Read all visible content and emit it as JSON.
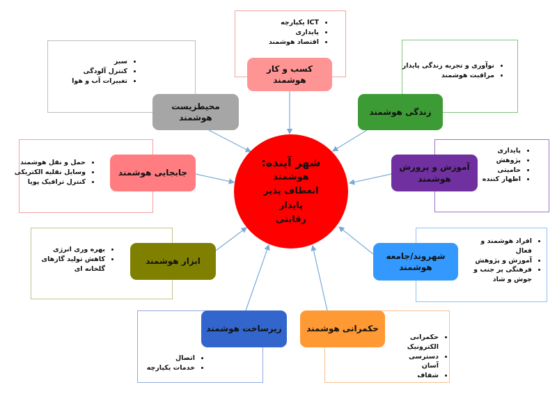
{
  "center": {
    "title": "شهر آینده:",
    "lines": [
      "هوشمند",
      "انعطاف پذیر",
      "پایدار",
      "رقابتی"
    ]
  },
  "colors": {
    "connector": "#7aa9d8",
    "hub": "#ff0000"
  },
  "nodes": [
    {
      "id": "business",
      "label": "کسب و کار هوشمند",
      "items": [
        "ICT یکپارچه",
        "پایداری",
        "اقتصاد هوشمند"
      ],
      "fill": "#ff9494",
      "border": "#f3a3a3"
    },
    {
      "id": "environment",
      "label": "محیطزیست هوشمند",
      "items": [
        "سبز",
        "کنترل آلودگی",
        "تغییرات آب و هوا"
      ],
      "fill": "#a6a6a6",
      "border": "#bdbdbd"
    },
    {
      "id": "life",
      "label": "زندگی هوشمند",
      "items": [
        "نوآوری و تجربه زندگی پایدار",
        "مراقبت هوشمند"
      ],
      "fill": "#3d9b35",
      "border": "#7cc47a"
    },
    {
      "id": "education",
      "label": "آموزش و پرورش هوشمند",
      "items": [
        "پایداری",
        "پژوهش",
        "حامیتی",
        "اظهار کننده"
      ],
      "fill": "#7030a0",
      "border": "#a070c8"
    },
    {
      "id": "mobility",
      "label": "جابجایی هوشمند",
      "items": [
        "حمل و نقل هوشمند",
        "وسایل نقلیه الکتریکی",
        "کنترل ترافیک پویا"
      ],
      "fill": "#ff7c80",
      "border": "#f5a0a4"
    },
    {
      "id": "citizen",
      "label": "شهروند/جامعه هوشمند",
      "items": [
        "افراد هوشمند و فعال",
        "آموزش و پژوهش",
        "فرهنگی پر جنب و جوش و شاد"
      ],
      "fill": "#3399ff",
      "border": "#8dc0f0"
    },
    {
      "id": "tools",
      "label": "ابزار هوشمند",
      "items": [
        "بهره وری انرژی",
        "کاهش تولید گازهای گلخانه ای"
      ],
      "fill": "#808000",
      "border": "#c2c28a"
    },
    {
      "id": "infrastructure",
      "label": "زیرساخت هوشمند",
      "items": [
        "اتصال",
        "خدمات یکپارچه"
      ],
      "fill": "#3366cc",
      "border": "#90a8e0"
    },
    {
      "id": "governance",
      "label": "حکمرانی هوشمند",
      "items": [
        "حکمرانی الکترونیک",
        "دسترسی آسان",
        "شفاف"
      ],
      "fill": "#ff9933",
      "border": "#f8c090"
    }
  ]
}
